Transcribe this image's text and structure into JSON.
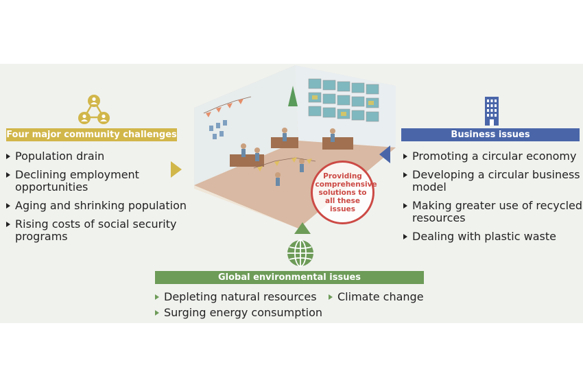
{
  "community": {
    "header": "Four major community challenges",
    "items": [
      "Population drain",
      "Declining employment opportunities",
      "Aging and shrinking population",
      "Rising costs of social security programs"
    ],
    "color": "#d1b64a"
  },
  "business": {
    "header": "Business issues",
    "items": [
      "Promoting a circular economy",
      "Developing a circular business model",
      "Making greater use of recycled resources",
      "Dealing with plastic waste"
    ],
    "color": "#4a66a9"
  },
  "global": {
    "header": "Global environmental issues",
    "items": [
      "Depleting natural resources",
      "Climate change",
      "Surging energy consumption"
    ],
    "color": "#6d9b58"
  },
  "center": {
    "text": "Providing comprehensive solutions to all these issues",
    "color": "#cc4a45"
  },
  "icons": [
    "people-network-icon",
    "building-icon",
    "globe-icon"
  ]
}
